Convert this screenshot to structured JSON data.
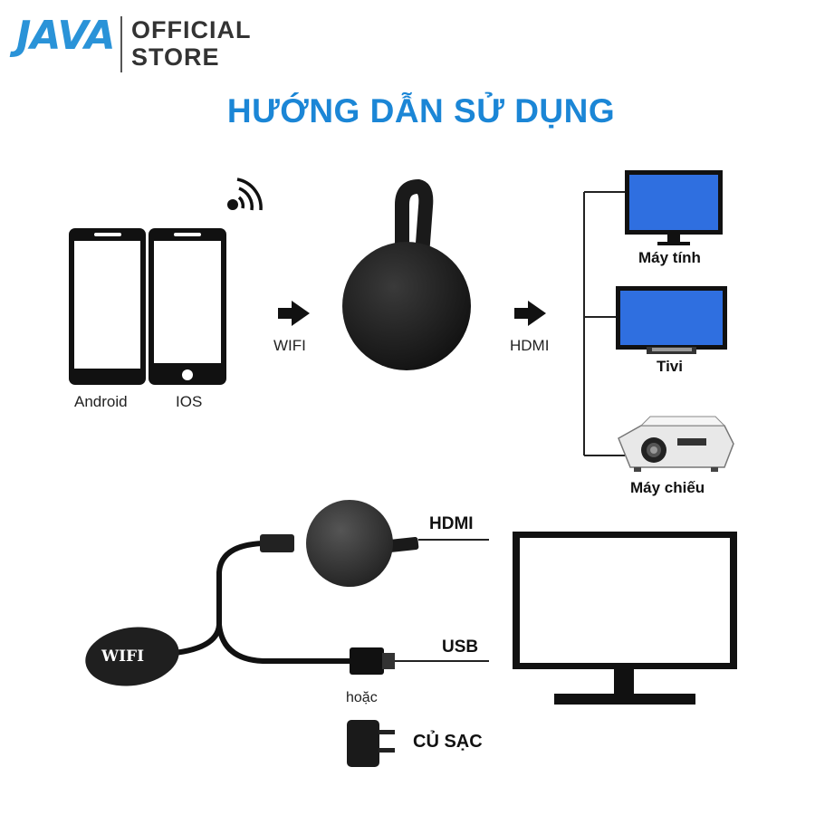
{
  "brand": {
    "logo_text": "JAVA",
    "line1": "OFFICIAL",
    "line2": "STORE"
  },
  "title": "HƯỚNG DẪN SỬ DỤNG",
  "phones": {
    "android_label": "Android",
    "ios_label": "IOS"
  },
  "connection": {
    "wifi_label": "WIFI",
    "hdmi_label": "HDMI"
  },
  "outputs": [
    {
      "label": "Máy tính",
      "icon": "monitor-icon"
    },
    {
      "label": "Tivi",
      "icon": "tv-icon"
    },
    {
      "label": "Máy chiếu",
      "icon": "projector-icon"
    }
  ],
  "setup": {
    "hdmi_label": "HDMI",
    "usb_label": "USB",
    "wifi_antenna_label": "WIFI",
    "or_label": "hoặc",
    "charger_label": "CỦ SẠC"
  },
  "colors": {
    "brand_blue": "#1b86d6",
    "screen_blue": "#2f6fe0"
  }
}
